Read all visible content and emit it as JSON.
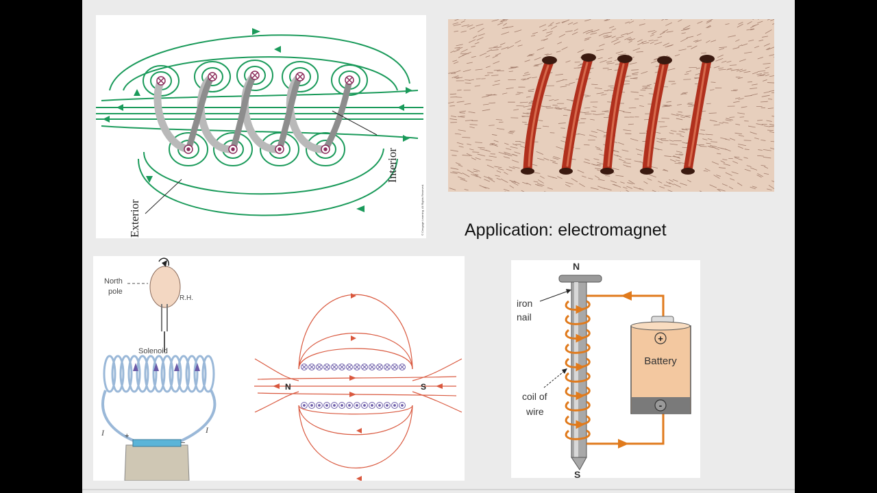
{
  "caption": "Application: electromagnet",
  "solenoid_field_diagram": {
    "exterior_label": "Exterior",
    "interior_label": "Interior",
    "copyright": "© Cengage Learning. All Rights Reserved.",
    "colors": {
      "field_line": "#1a9a5a",
      "wire": "#b9b9b9",
      "marker": "#8a2a5a"
    }
  },
  "iron_filings_photo": {
    "colors": {
      "coil": "#b0301d",
      "background": "#e7cfbd"
    }
  },
  "right_hand_rule_diagram": {
    "north_pole_label": "North\npole",
    "hand_label": "R.H.",
    "solenoid_label": "Solenoid",
    "current_label": "I",
    "plus_sign": "+",
    "minus_sign": "−",
    "pole_n": "N",
    "pole_s": "S",
    "colors": {
      "field_line": "#d9583e",
      "coil": "#9ab8d8"
    }
  },
  "electromagnet_diagram": {
    "north_label": "N",
    "south_label": "S",
    "nail_label": "iron\nnail",
    "coil_label": "coil of\nwire",
    "battery_label": "Battery",
    "battery_plus": "+",
    "battery_minus": "-",
    "colors": {
      "wire": "#e07a1c",
      "battery": "#f3c8a0"
    }
  }
}
